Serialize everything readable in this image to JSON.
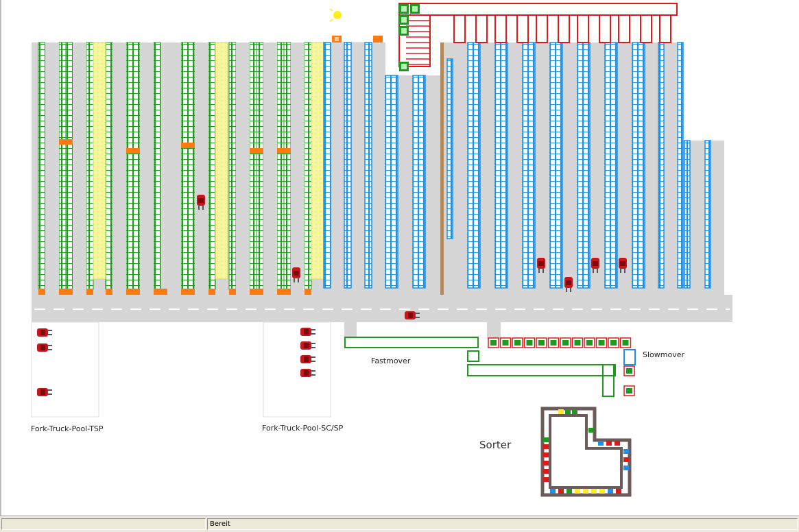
{
  "labels": {
    "fastmover": "Fastmover",
    "slowmover": "Slowmover",
    "sorter": "Sorter",
    "pool_tsp": "Fork-Truck-Pool-TSP",
    "pool_scsp": "Fork-Truck-Pool-SC/SP"
  },
  "statusbar": {
    "status_text": "Bereit"
  },
  "colors": {
    "aisle_gray": "#d6d6d6",
    "green_rack": "#1e9a1e",
    "yellow_lane": "#f6f69a",
    "blue_rack": "#1d8fe6",
    "red_rack": "#e01818",
    "orange_marker": "#ff7a10",
    "brown_pole": "#b08a5a",
    "sorter_frame": "#6b5b5b",
    "forklift": "#c4171d"
  }
}
